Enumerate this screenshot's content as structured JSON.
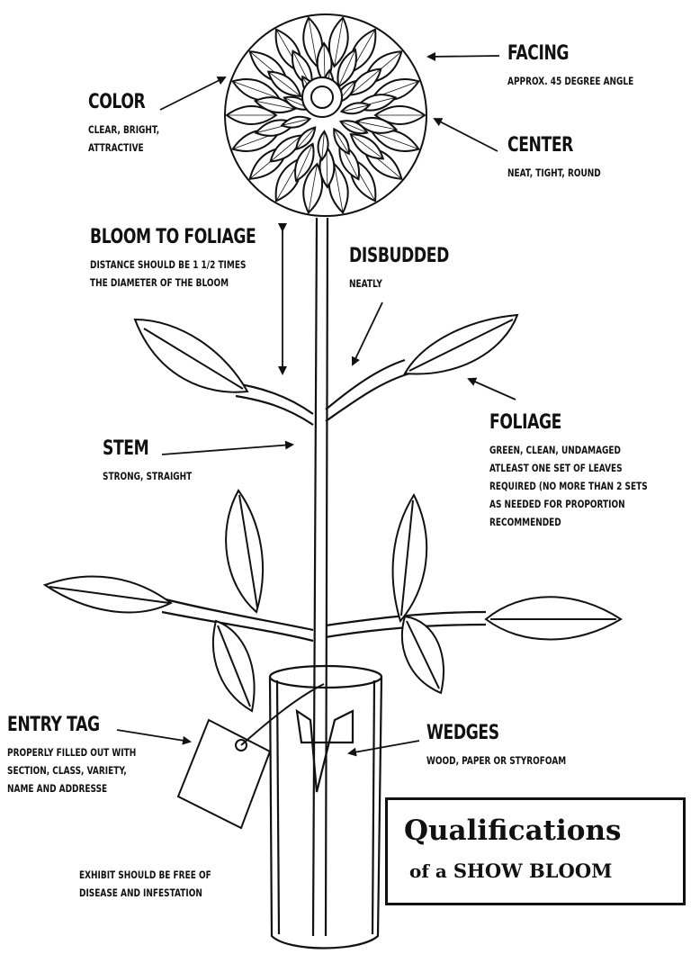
{
  "labels": {
    "facing": {
      "title": "FACING",
      "lines": [
        "APPROX. 45 DEGREE ANGLE"
      ]
    },
    "color": {
      "title": "COLOR",
      "lines": [
        "CLEAR, BRIGHT,",
        "ATTRACTIVE"
      ]
    },
    "center": {
      "title": "CENTER",
      "lines": [
        "NEAT, TIGHT, ROUND"
      ]
    },
    "bloom_to_foliage": {
      "title": "BLOOM TO FOLIAGE",
      "lines": [
        "DISTANCE SHOULD BE 1 1/2 TIMES",
        "THE DIAMETER OF THE BLOOM"
      ]
    },
    "disbudded": {
      "title": "DISBUDDED",
      "lines": [
        "NEATLY"
      ]
    },
    "stem": {
      "title": "STEM",
      "lines": [
        "STRONG, STRAIGHT"
      ]
    },
    "foliage": {
      "title": "FOLIAGE",
      "lines": [
        "GREEN, CLEAN, UNDAMAGED",
        "ATLEAST ONE SET OF LEAVES",
        "REQUIRED (NO MORE THAN 2 SETS",
        "AS NEEDED FOR PROPORTION",
        "RECOMMENDED"
      ]
    },
    "entry_tag": {
      "title": "ENTRY TAG",
      "lines": [
        "PROPERLY FILLED OUT WITH",
        "SECTION, CLASS, VARIETY,",
        "NAME AND ADDRESSE"
      ]
    },
    "wedges": {
      "title": "WEDGES",
      "lines": [
        "WOOD, PAPER OR STYROFOAM"
      ]
    },
    "exhibit": {
      "lines": [
        "EXHIBIT SHOULD BE FREE OF",
        "DISEASE AND INFESTATION"
      ]
    }
  },
  "title_box": {
    "line1": "Qualifications",
    "line2_a": "of a ",
    "line2_b": "SHOW BLOOM"
  }
}
